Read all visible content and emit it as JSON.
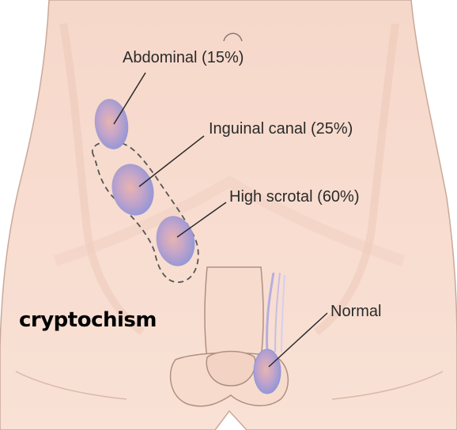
{
  "title": "cryptochism",
  "labels": {
    "abdominal": "Abdominal (15%)",
    "inguinal": "Inguinal canal (25%)",
    "high_scrotal": "High scrotal (60%)",
    "normal": "Normal"
  },
  "colors": {
    "skin": "#f8ddd0",
    "skin_shadow": "#ecc8b8",
    "outline": "#c9a89a",
    "testis": "#8f95d8",
    "testis_highlight": "#e7b4b0",
    "leader_line": "#2a2a2a",
    "dashed_path": "#555555"
  }
}
